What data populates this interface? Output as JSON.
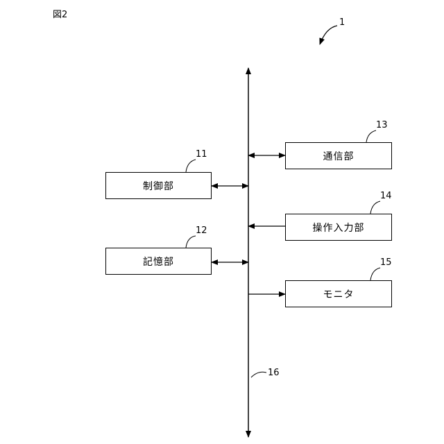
{
  "figure_label": "図2",
  "system_ref": "1",
  "bus_ref": "16",
  "blocks": {
    "control": {
      "label": "制御部",
      "ref": "11"
    },
    "storage": {
      "label": "記憶部",
      "ref": "12"
    },
    "communication": {
      "label": "通信部",
      "ref": "13"
    },
    "operation_input": {
      "label": "操作入力部",
      "ref": "14"
    },
    "monitor": {
      "label": "モニタ",
      "ref": "15"
    }
  }
}
